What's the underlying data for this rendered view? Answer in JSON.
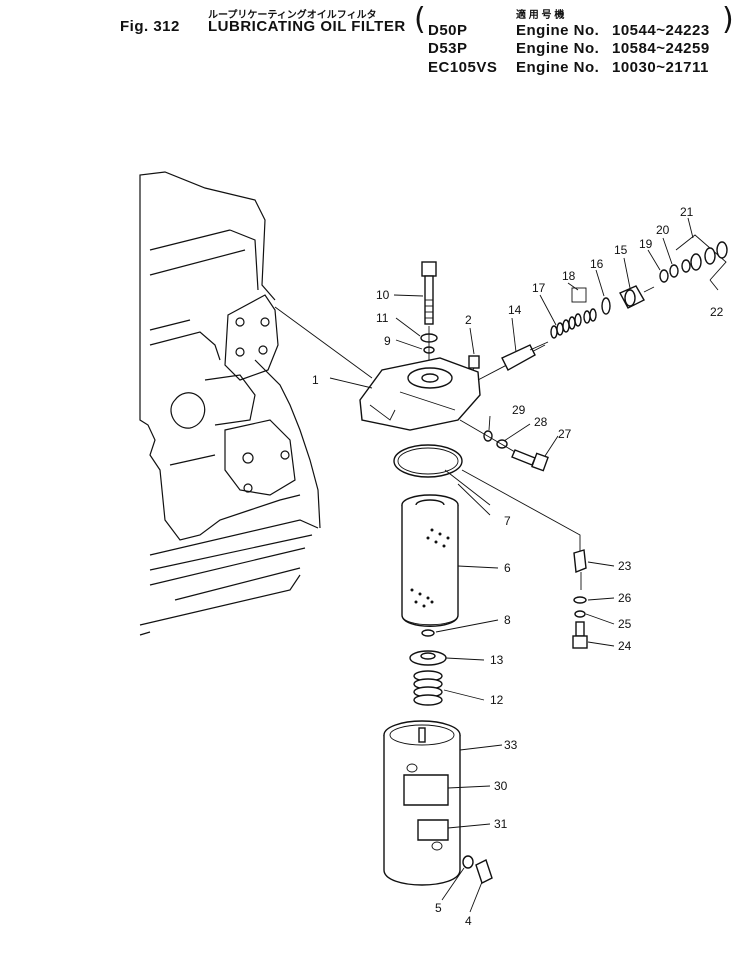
{
  "header": {
    "fig_label": "Fig. 312",
    "title_jp": "ループリケーティングオイルフィルタ",
    "title_en": "LUBRICATING OIL FILTER",
    "applicable_jp": "適 用 号 機",
    "engines": [
      {
        "model": "D50P",
        "label": "Engine No.",
        "range": "10544~24223"
      },
      {
        "model": "D53P",
        "label": "Engine No.",
        "range": "10584~24259"
      },
      {
        "model": "EC105VS",
        "label": "Engine No.",
        "range": "10030~21711"
      }
    ]
  },
  "callouts": [
    "1",
    "2",
    "4",
    "5",
    "6",
    "7",
    "8",
    "9",
    "10",
    "11",
    "12",
    "13",
    "14",
    "15",
    "16",
    "17",
    "18",
    "19",
    "20",
    "21",
    "22",
    "23",
    "24",
    "25",
    "26",
    "27",
    "28",
    "29",
    "30",
    "31",
    "33"
  ]
}
